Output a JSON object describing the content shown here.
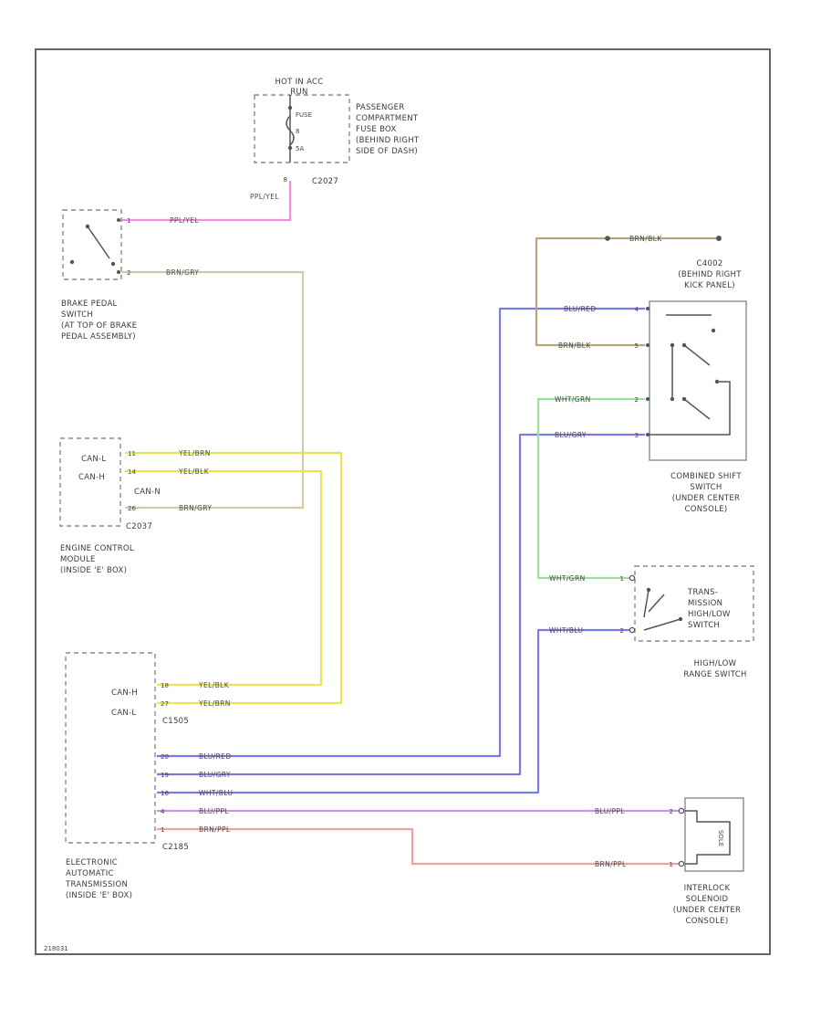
{
  "diagram_id": "218031",
  "colors": {
    "pink": "#f28ee0",
    "tan": "#d4c9a6",
    "tan_dark": "#b8a37a",
    "yellow": "#e6e650",
    "blue": "#7a7ae6",
    "violet": "#d08ee8",
    "red": "#f0a0a0",
    "green": "#9ae29a",
    "dark": "#555555"
  },
  "fuse_box": {
    "hot_label": "HOT IN ACC",
    "hot_sub": "RUN",
    "fuse_label": "FUSE",
    "fuse_num": "8",
    "amp": "5A",
    "desc": [
      "PASSENGER",
      "COMPARTMENT",
      "FUSE BOX",
      "(BEHIND RIGHT",
      "SIDE OF DASH)"
    ],
    "connector": "C2027",
    "pin": "8"
  },
  "brake_switch": {
    "desc": [
      "BRAKE PEDAL",
      "SWITCH",
      "(AT TOP OF BRAKE",
      "PEDAL ASSEMBLY)"
    ],
    "pins": [
      "1",
      "2"
    ]
  },
  "ecm": {
    "labels": [
      "CAN-L",
      "CAN-H",
      "CAN-N"
    ],
    "pins": [
      "11",
      "14",
      "26"
    ],
    "connector": "C2037",
    "desc": [
      "ENGINE CONTROL",
      "MODULE",
      "(INSIDE 'E' BOX)"
    ]
  },
  "tcm": {
    "labels": [
      "CAN-H",
      "CAN-L"
    ],
    "pins_top": [
      "18",
      "27"
    ],
    "connector_top": "C1505",
    "pins_bottom": [
      "20",
      "19",
      "16",
      "4",
      "1"
    ],
    "connector_bottom": "C2185",
    "desc": [
      "ELECTRONIC",
      "AUTOMATIC",
      "TRANSMISSION",
      "(INSIDE 'E' BOX)"
    ]
  },
  "ground": {
    "connector": "C4002",
    "desc": [
      "(BEHIND RIGHT",
      "KICK PANEL)"
    ]
  },
  "combine_switch": {
    "pins": [
      "4",
      "5",
      "2",
      "3"
    ],
    "desc": [
      "COMBINED SHIFT",
      "SWITCH",
      "(UNDER CENTER",
      "CONSOLE)"
    ]
  },
  "range_switch": {
    "pins": [
      "1",
      "2"
    ],
    "inner": [
      "TRANS-",
      "MISSION",
      "HIGH/LOW",
      "SWITCH"
    ],
    "desc": [
      "HIGH/LOW",
      "RANGE SWITCH"
    ]
  },
  "interlock": {
    "pins": [
      "2",
      "1"
    ],
    "inner": "SOLE",
    "desc": [
      "INTERLOCK",
      "SOLENOID",
      "(UNDER CENTER",
      "CONSOLE)"
    ]
  },
  "wires": {
    "ppl_yel": "PPL/YEL",
    "brn_gry": "BRN/GRY",
    "yel_brn": "YEL/BRN",
    "yel_blk": "YEL/BLK",
    "blu_red": "BLU/RED",
    "blu_gry": "BLU/GRY",
    "wht_blu": "WHT/BLU",
    "blu_ppl": "BLU/PPL",
    "brn_ppl": "BRN/PPL",
    "wht_grn": "WHT/GRN",
    "brn_blk": "BRN/BLK"
  }
}
